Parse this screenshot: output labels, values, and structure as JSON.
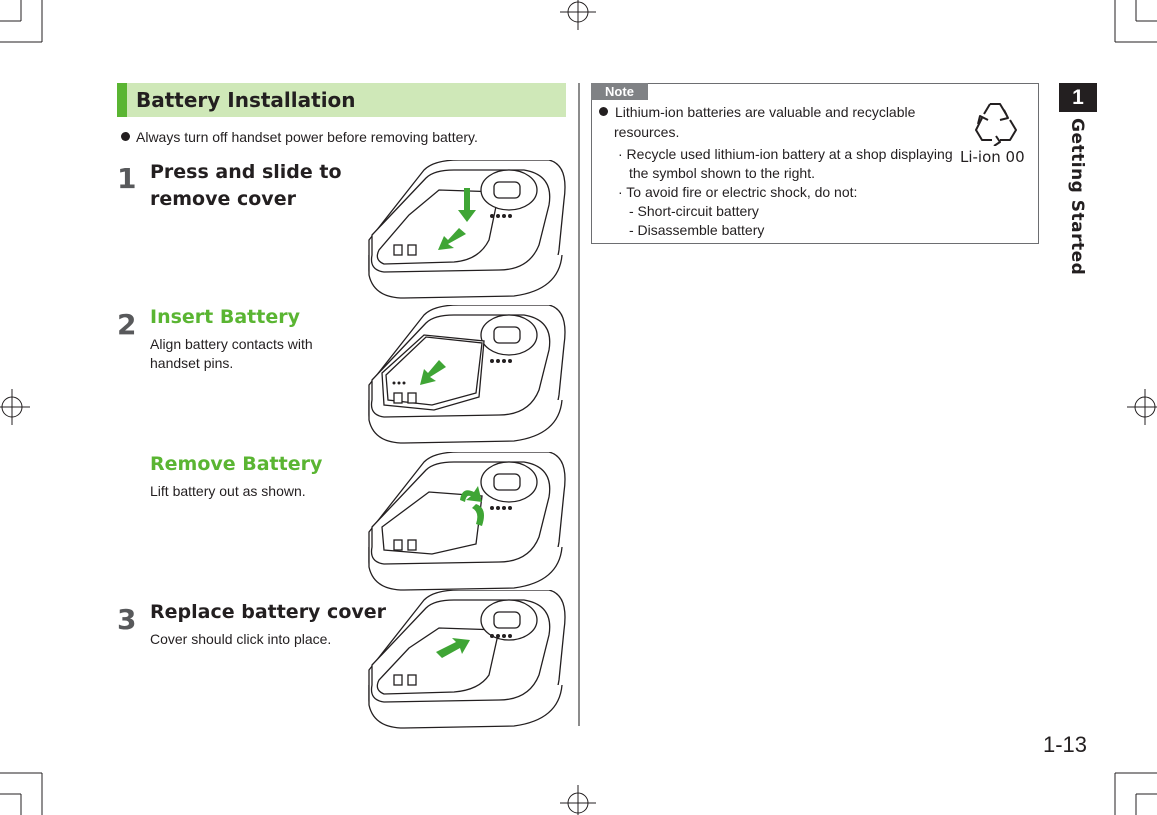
{
  "section": {
    "title": "Battery Installation"
  },
  "intro_note": "Always turn off handset power before removing battery.",
  "steps": [
    {
      "number": "1",
      "title_line1": "Press and slide to",
      "title_line2": "remove cover"
    },
    {
      "number": "2",
      "title": "Insert Battery",
      "desc_line1": "Align battery contacts with",
      "desc_line2": "handset pins."
    },
    {
      "title": "Remove Battery",
      "desc": "Lift battery out as shown."
    },
    {
      "number": "3",
      "title": "Replace battery cover",
      "desc": "Cover should click into place."
    }
  ],
  "note": {
    "tab_label": "Note",
    "line1": "Lithium-ion batteries are valuable and recyclable",
    "line2": "resources.",
    "sub1_line1": "· Recycle used lithium-ion battery at a shop displaying",
    "sub1_line2": "the symbol shown to the right.",
    "sub2": "· To avoid fire or electric shock, do not:",
    "sub2_a": "- Short-circuit battery",
    "sub2_b": "- Disassemble battery",
    "recycle_label": "Li-ion 00"
  },
  "chapter": {
    "number": "1",
    "label": "Getting Started"
  },
  "page_number": "1-13",
  "colors": {
    "accent_green": "#5ab532",
    "header_bg": "#cfe8b8"
  }
}
